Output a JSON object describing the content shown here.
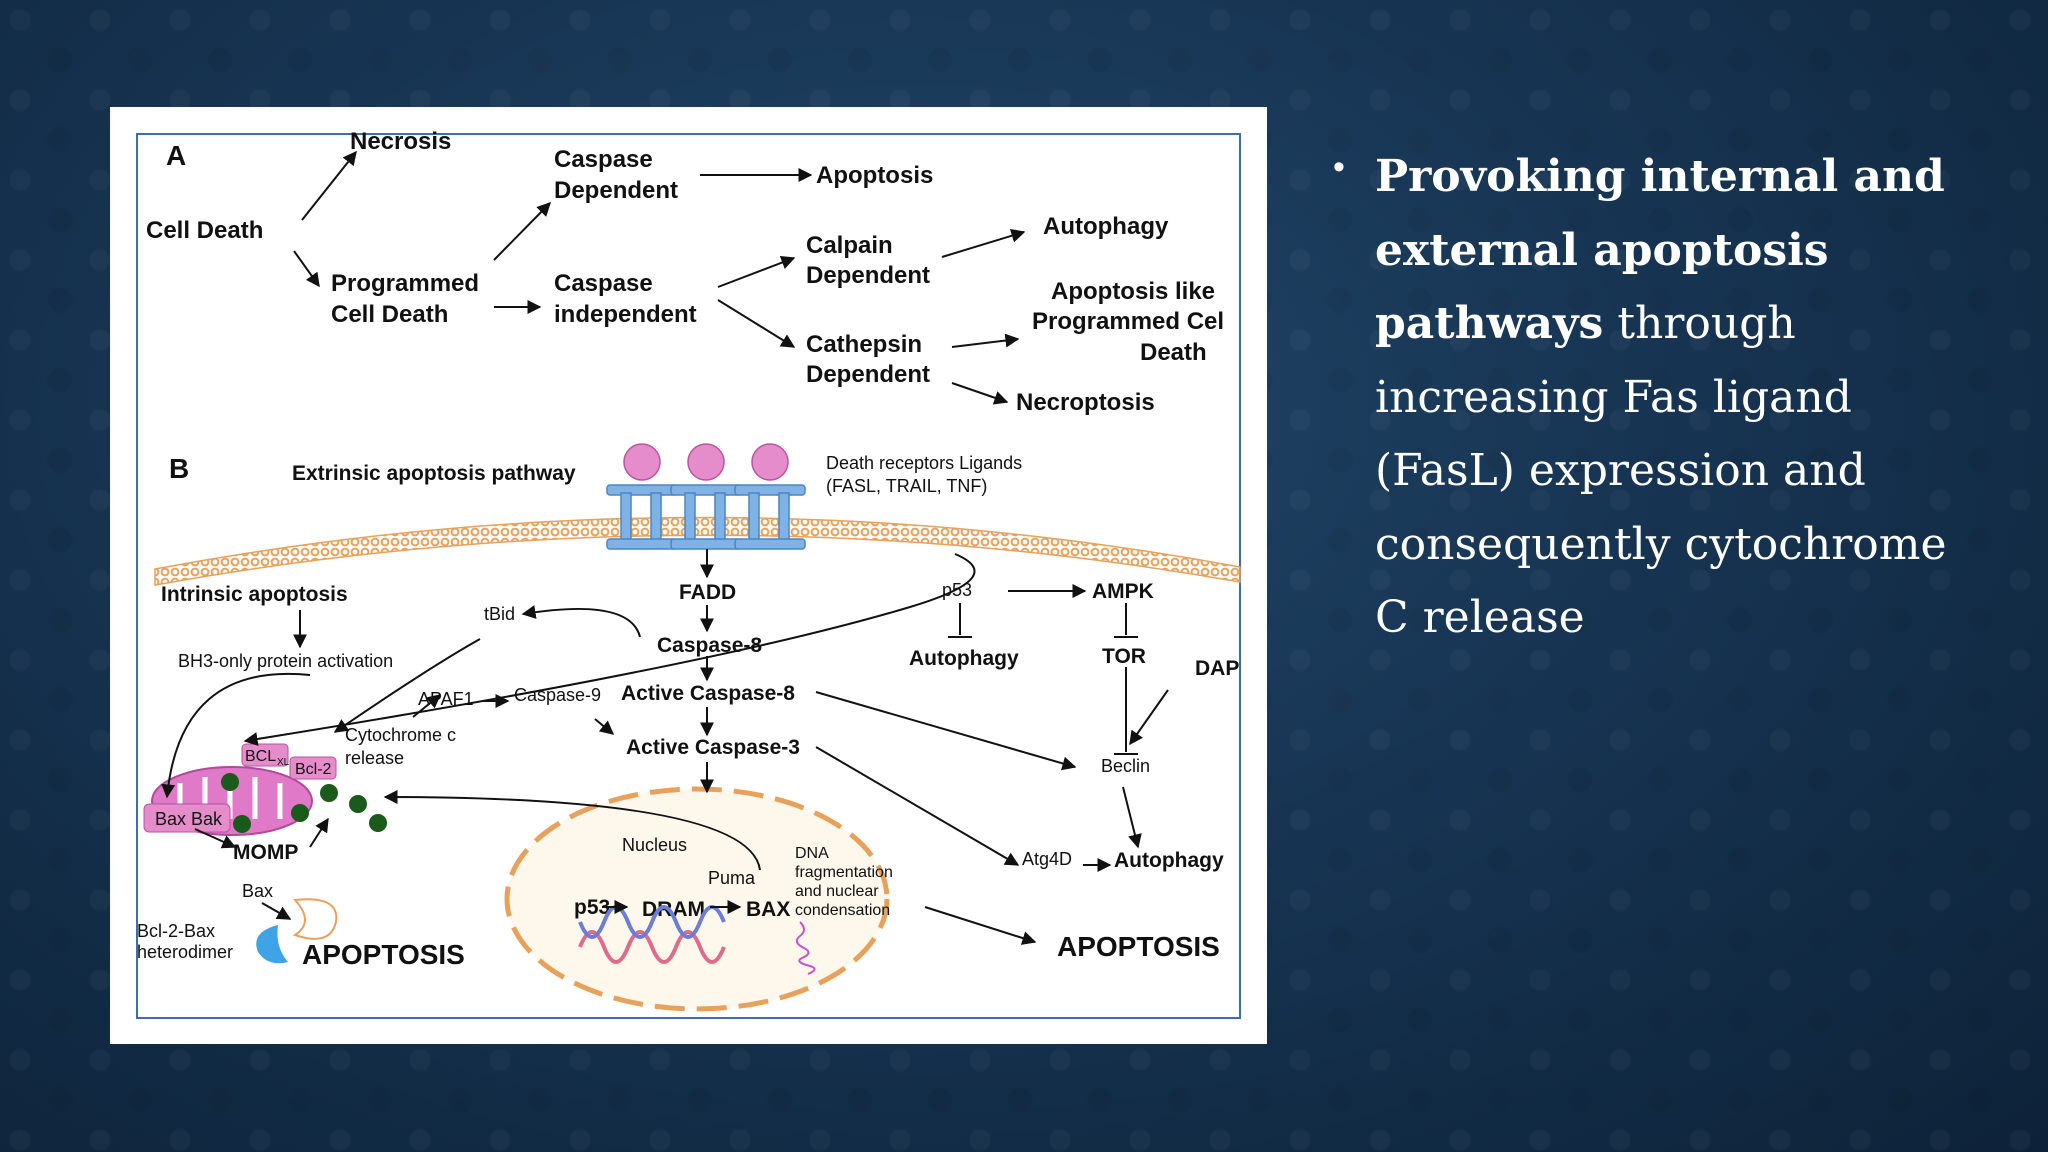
{
  "slide": {
    "bullet_bold": "Provoking internal and external apoptosis pathways",
    "bullet_rest": "through increasing Fas ligand (FasL) expression and consequently cytochrome C release"
  },
  "figure": {
    "panel_a": {
      "label": "A",
      "cell_death": "Cell Death",
      "necrosis": "Necrosis",
      "programmed_1": "Programmed",
      "programmed_2": "Cell Death",
      "caspase_dep_1": "Caspase",
      "caspase_dep_2": "Dependent",
      "caspase_ind_1": "Caspase",
      "caspase_ind_2": "independent",
      "apoptosis": "Apoptosis",
      "calpain_1": "Calpain",
      "calpain_2": "Dependent",
      "cathepsin_1": "Cathepsin",
      "cathepsin_2": "Dependent",
      "autophagy": "Autophagy",
      "apl_1": "Apoptosis like",
      "apl_2": "Programmed Cel",
      "apl_3": "Death",
      "necroptosis": "Necroptosis"
    },
    "panel_b": {
      "label": "B",
      "extrinsic": "Extrinsic apoptosis pathway",
      "ligands_1": "Death receptors Ligands",
      "ligands_2": "(FASL, TRAIL, TNF)",
      "intrinsic": "Intrinsic apoptosis",
      "bh3": "BH3-only protein activation",
      "tbid": "tBid",
      "fadd": "FADD",
      "caspase8": "Caspase-8",
      "active_caspase8": "Active Caspase-8",
      "active_caspase3": "Active Caspase-3",
      "apaf1": "APAF1",
      "caspase9": "Caspase-9",
      "cytc_1": "Cytochrome c",
      "cytc_2": "release",
      "bclxl": "BCL",
      "bclxl_sub": "XL",
      "bcl2": "Bcl-2",
      "baxbak": "Bax Bak",
      "momp": "MOMP",
      "bax": "Bax",
      "bcl2bax_1": "Bcl-2-Bax",
      "bcl2bax_2": "heterodimer",
      "apoptosis_left": "APOPTOSIS",
      "p53_top": "p53",
      "ampk": "AMPK",
      "autophagy_mid": "Autophagy",
      "tor": "TOR",
      "dap": "DAP",
      "beclin": "Beclin",
      "atg4d": "Atg4D",
      "autophagy_right": "Autophagy",
      "nucleus": "Nucleus",
      "puma": "Puma",
      "p53_nuc": "p53",
      "dram": "DRAM",
      "bax_nuc": "BAX",
      "dna_1": "DNA",
      "dna_2": "fragmentation",
      "dna_3": "and nuclear",
      "dna_4": "condensation",
      "apoptosis_right": "APOPTOSIS"
    },
    "colors": {
      "membrane": "#e8a15a",
      "receptor": "#7fb2e5",
      "ligand": "#e58ccb",
      "mito": "#e079c7",
      "dot": "#1a5a1a",
      "frame": "#3f6fa8"
    }
  }
}
